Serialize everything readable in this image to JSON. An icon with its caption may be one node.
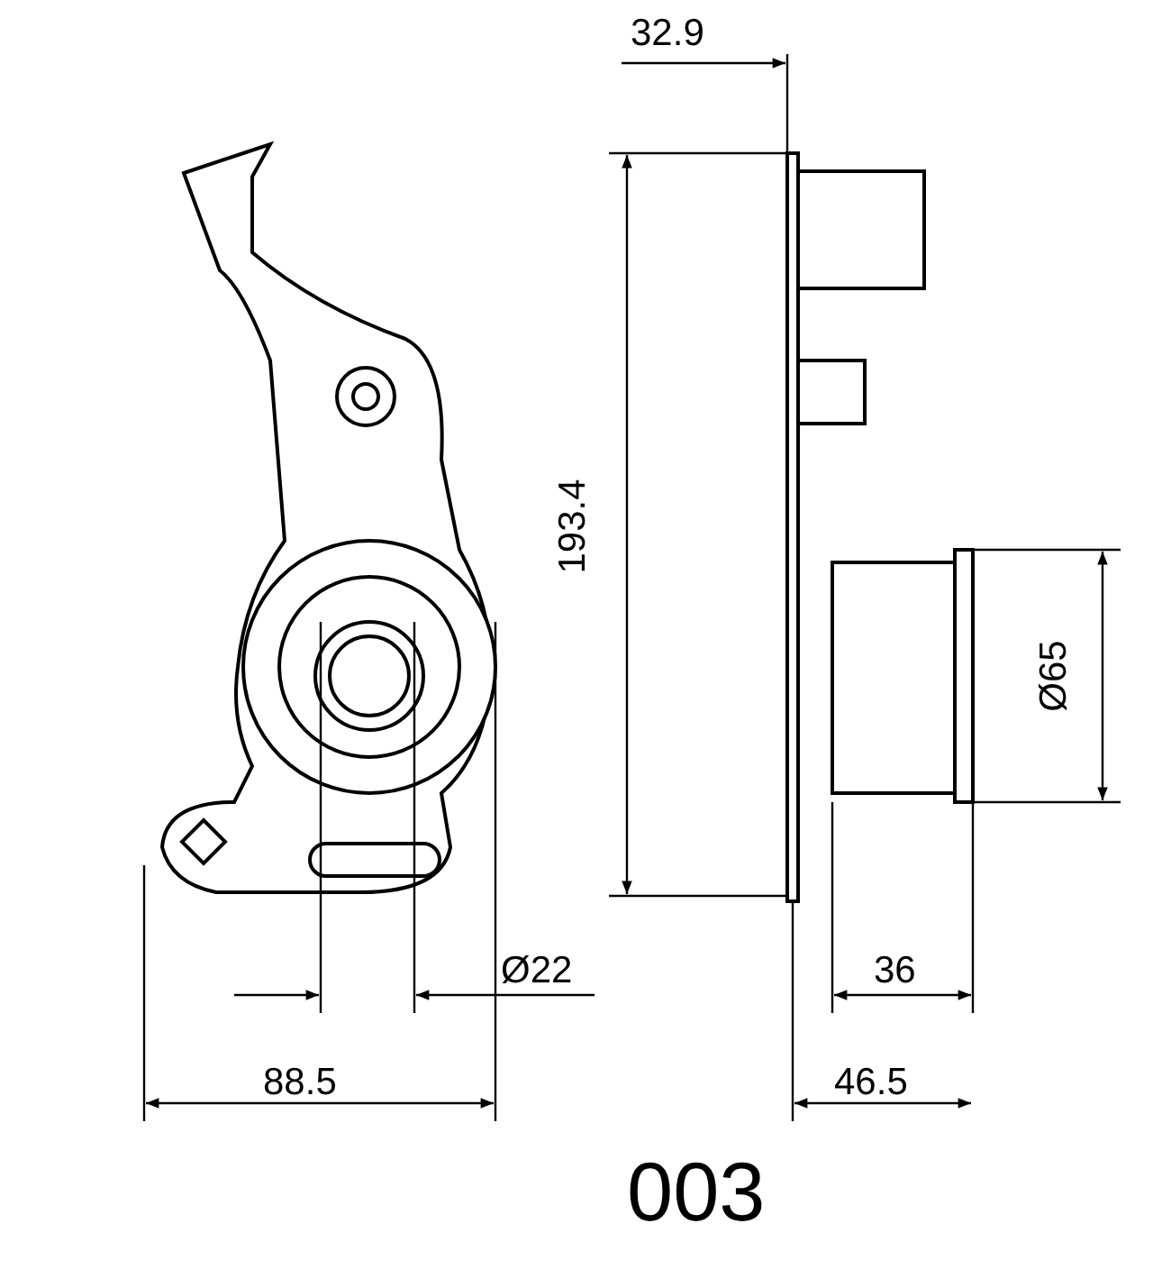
{
  "diagram": {
    "labels": [
      "32.9",
      "193.4",
      "Ø65",
      "Ø22",
      "36",
      "88.5",
      "46.5",
      "003"
    ]
  }
}
